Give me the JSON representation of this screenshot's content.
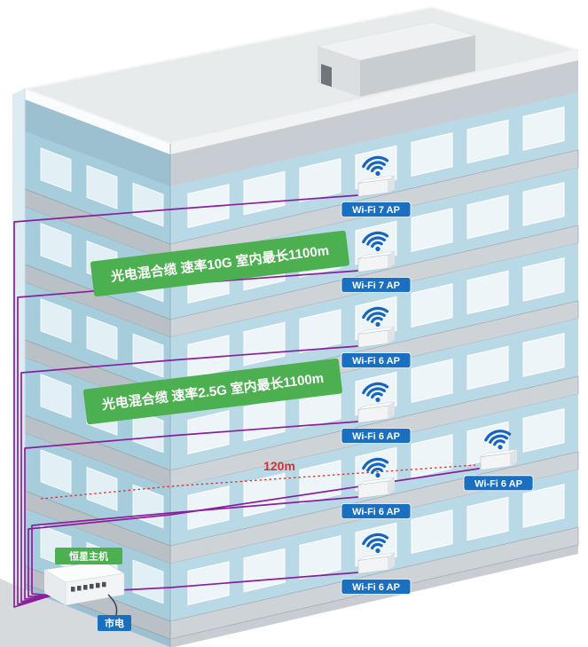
{
  "banners": [
    {
      "text": "光电混合缆 速率10G 室内最长1100m"
    },
    {
      "text": "光电混合缆 速率2.5G 室内最长1100m"
    }
  ],
  "aps": [
    {
      "label": "Wi-Fi 7 AP"
    },
    {
      "label": "Wi-Fi 7 AP"
    },
    {
      "label": "Wi-Fi 6 AP"
    },
    {
      "label": "Wi-Fi 6 AP"
    },
    {
      "label": "Wi-Fi 6 AP"
    },
    {
      "label": "Wi-Fi 6 AP"
    },
    {
      "label": "Wi-Fi 6 AP"
    }
  ],
  "annotations": {
    "distance": "120m",
    "host": "恒星主机",
    "mains": "市电"
  },
  "colors": {
    "cable": "#8a1f9c",
    "banner_green": "#4cb050",
    "label_blue": "#1b6fc0",
    "wifi_blue": "#1565c0",
    "distance_red": "#e02b2b"
  }
}
